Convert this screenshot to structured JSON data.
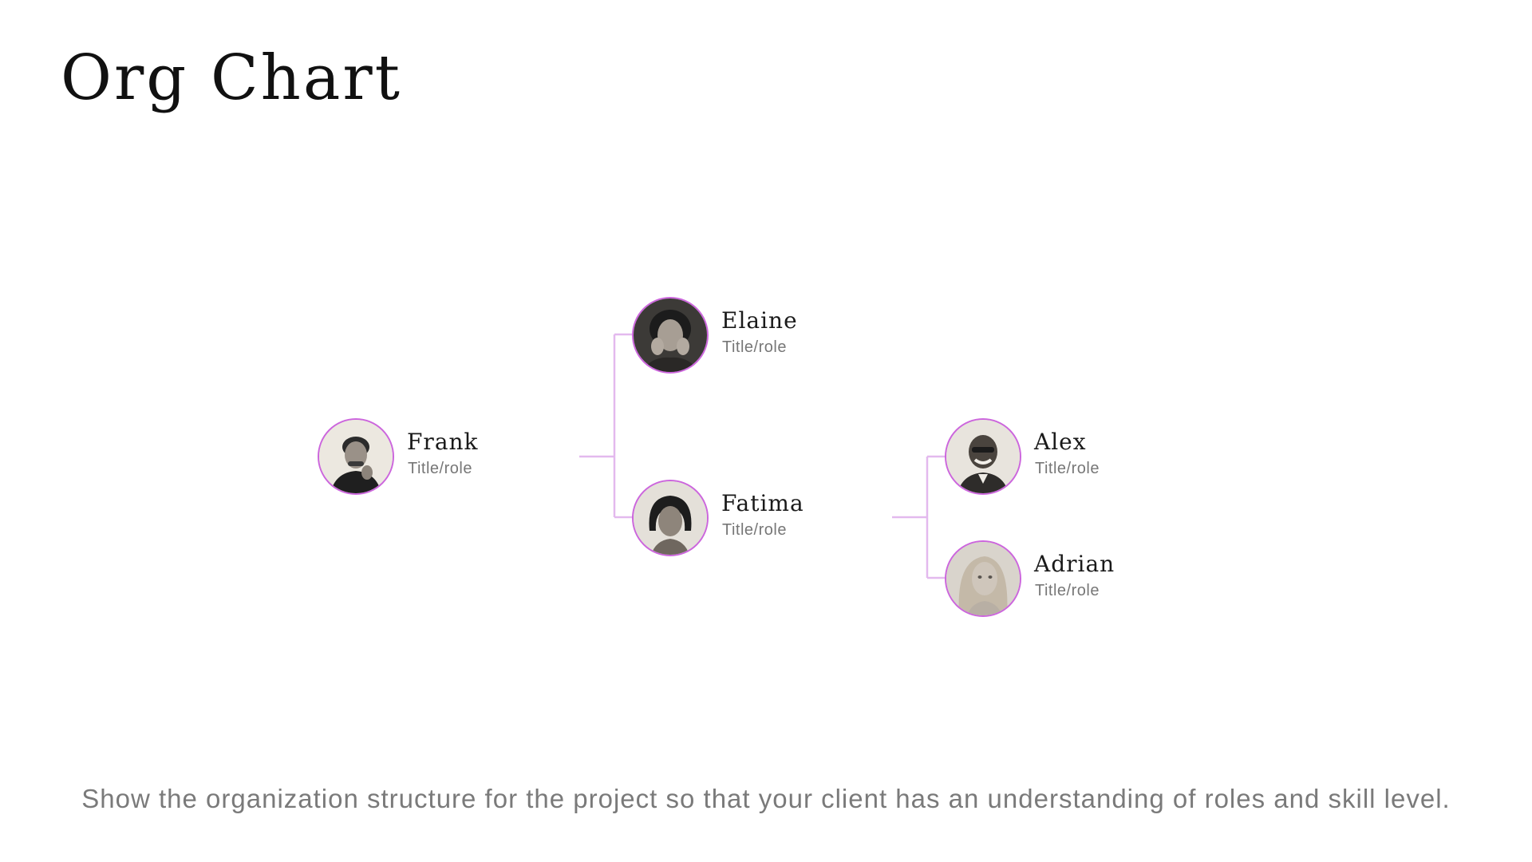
{
  "slide": {
    "title": "Org Chart",
    "caption": "Show the organization structure for the project so that your client has an understanding of roles and skill level."
  },
  "colors": {
    "connector": "#e3b9ee",
    "avatar_border": "#cc66dd",
    "title_text": "#111111",
    "role_text": "#777777"
  },
  "org": {
    "members": [
      {
        "name": "Frank",
        "role": "Title/role",
        "avatar_icon": "person-photo-icon"
      },
      {
        "name": "Elaine",
        "role": "Title/role",
        "avatar_icon": "person-photo-icon"
      },
      {
        "name": "Fatima",
        "role": "Title/role",
        "avatar_icon": "person-photo-icon"
      },
      {
        "name": "Alex",
        "role": "Title/role",
        "avatar_icon": "person-photo-icon"
      },
      {
        "name": "Adrian",
        "role": "Title/role",
        "avatar_icon": "person-photo-icon"
      }
    ]
  }
}
